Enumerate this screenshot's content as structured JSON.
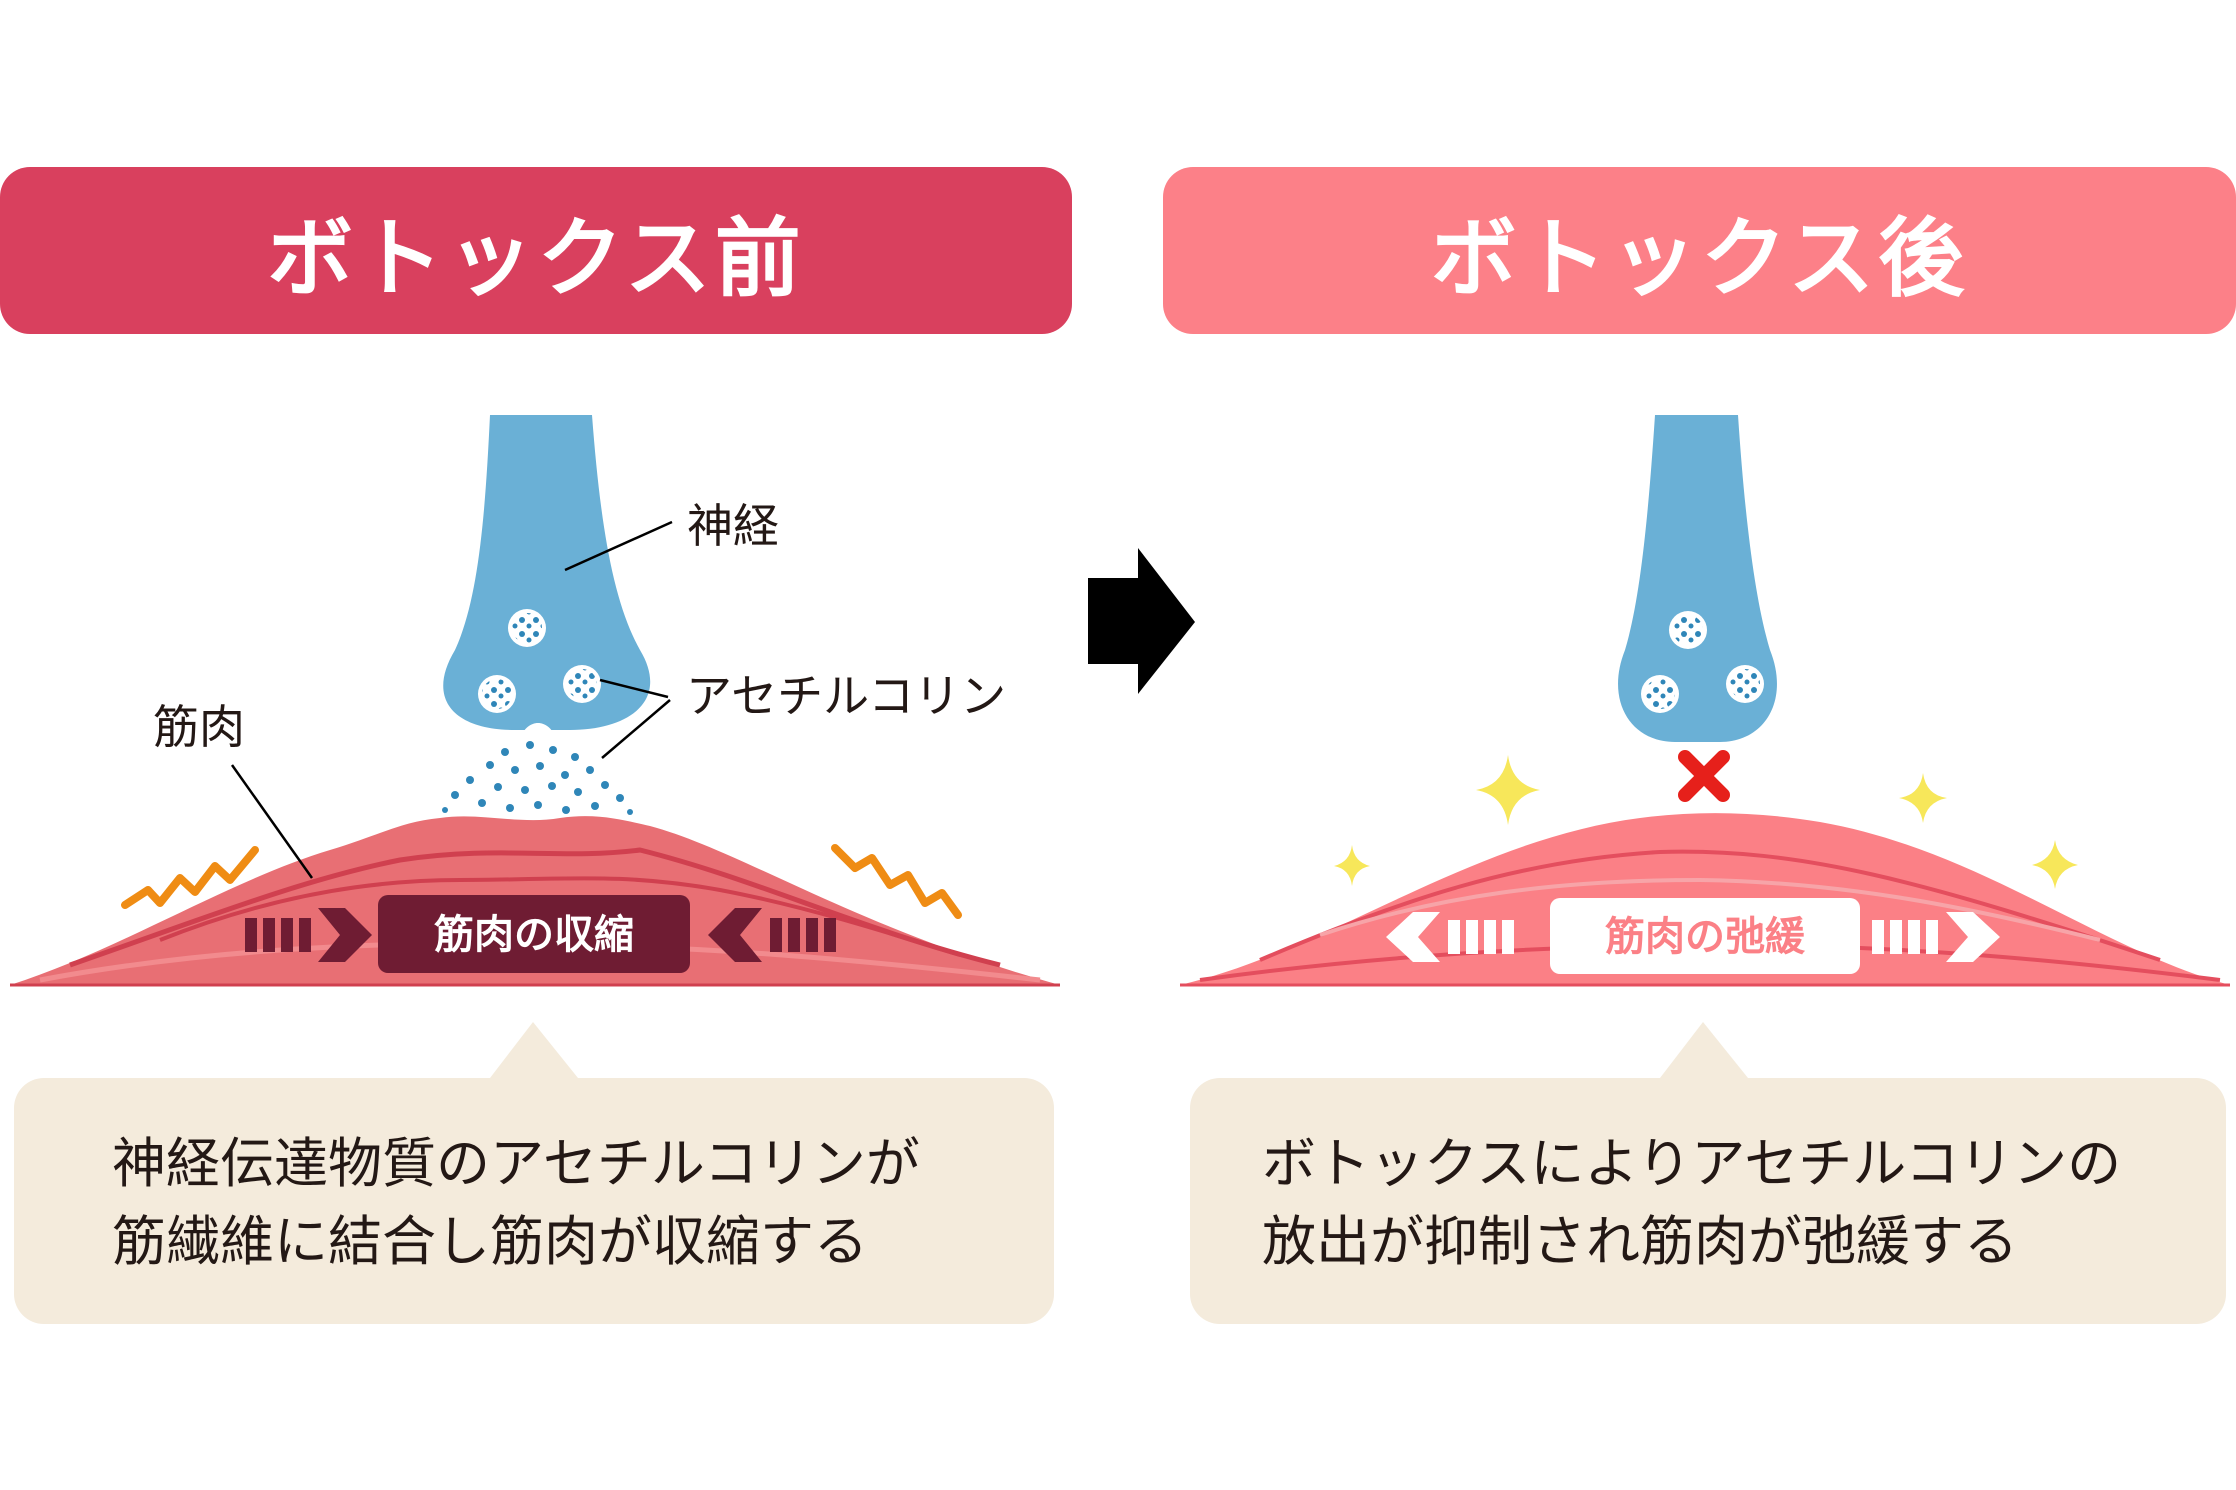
{
  "before": {
    "title": "ボトックス前",
    "label_nerve": "神経",
    "label_acetylcholine": "アセチルコリン",
    "label_muscle": "筋肉",
    "badge": "筋肉の収縮",
    "caption": "神経伝達物質のアセチルコリンが\n筋繊維に結合し筋肉が収縮する"
  },
  "after": {
    "title": "ボトックス後",
    "badge": "筋肉の弛緩",
    "caption": "ボトックスによりアセチルコリンの\n放出が抑制され筋肉が弛緩する"
  },
  "colors": {
    "before_header": "#d9405e",
    "after_header": "#fc8088",
    "nerve": "#6ab0d6",
    "muscle_before": "#e86f74",
    "muscle_after": "#fb8086",
    "badge_before": "#6f1c33",
    "caption_bg": "#f4ebdc",
    "vibration": "#ef8c14",
    "sparkle": "#f7e75a",
    "block_mark": "#e6201b"
  },
  "icons": [
    "right-arrow-icon",
    "block-x-icon",
    "sparkle-icon",
    "vibration-icon"
  ]
}
